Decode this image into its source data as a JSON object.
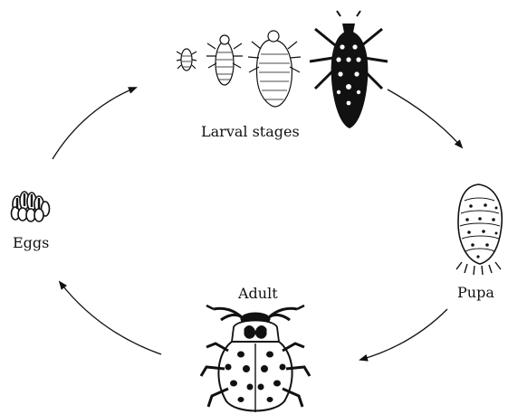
{
  "stages": {
    "larval": "Larval stages",
    "pupa": "Pupa",
    "adult": "Adult",
    "eggs": "Eggs"
  },
  "colors": {
    "ink": "#111111",
    "background": "#ffffff"
  }
}
